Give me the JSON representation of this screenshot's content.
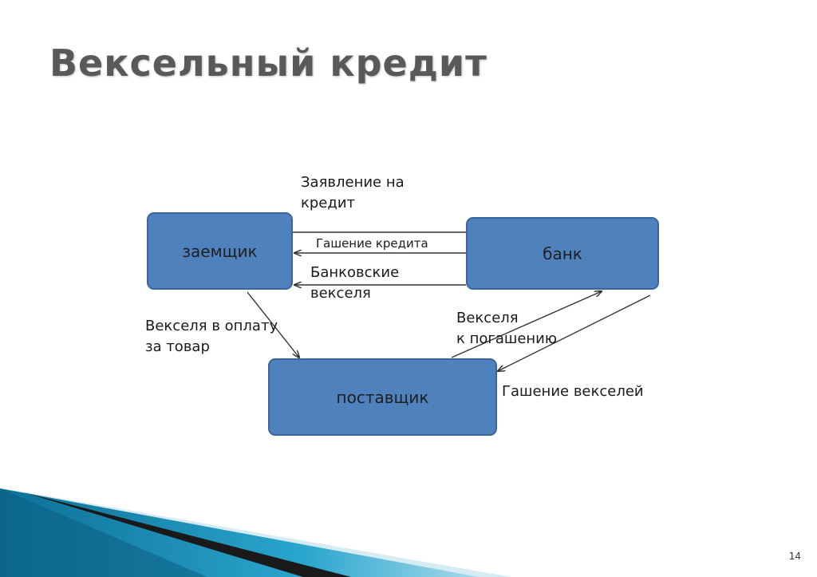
{
  "slide": {
    "title": "Вексельный кредит",
    "page_number": "14"
  },
  "diagram": {
    "nodes": {
      "borrower": "заемщик",
      "bank": "банк",
      "supplier": "поставщик"
    },
    "labels": {
      "credit_application": [
        "Заявление на",
        "кредит"
      ],
      "credit_repayment": "Гашение кредита",
      "bank_bills": [
        "Банковские",
        "векселя"
      ],
      "bills_for_goods": [
        "Векселя в оплату",
        "за товар"
      ],
      "bills_for_redemption": [
        "Векселя",
        "к погашению"
      ],
      "bills_repayment": "Гашение векселей"
    }
  },
  "colors": {
    "node_fill": "#4f81bd",
    "node_border": "#3a659c",
    "title_text": "#595959",
    "arrow": "#333333",
    "band_teal": "#1c8fb8",
    "band_dark": "#1a1a1a"
  }
}
